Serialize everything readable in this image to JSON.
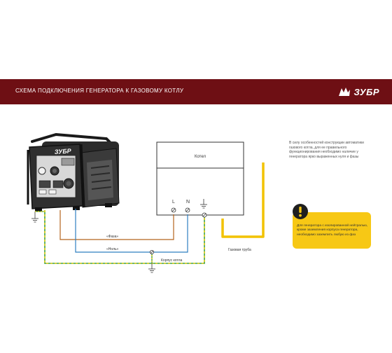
{
  "header": {
    "title": "СХЕМА ПОДКЛЮЧЕНИЯ ГЕНЕРАТОРА К ГАЗОВОМУ КОТЛУ",
    "brand": "ЗУБР"
  },
  "generator": {
    "brand": "ЗУБР"
  },
  "boiler": {
    "label": "Котел",
    "terminal_l": "L",
    "terminal_n": "N"
  },
  "wires": {
    "phase_label": "«Фаза»",
    "zero_label": "«Ноль»",
    "case_label": "Корпус котла",
    "gas_pipe_label": "Газовая труба"
  },
  "info_text": "В силу особенностей конструкции автоматики газового котла, для ее правильного функционирования необходимо наличие у генератора ярко выраженных нуля и фазы",
  "warning_text": "Для генератора с изолированной нейтралью, кроме заземления корпуса генератора, необходимо заземлить любую из фаз",
  "colors": {
    "banner": "#6e0f14",
    "phase_wire": "#b5651d",
    "zero_wire": "#2e7fc1",
    "ground_wire_green": "#3ea244",
    "ground_wire_yellow": "#e6cf1f",
    "gas_pipe": "#f2c200",
    "warning_box": "#f7c815"
  },
  "icons": {
    "brand_logo": "bison-logo-icon",
    "ground": "ground-symbol-icon",
    "warning": "exclamation-warning-icon"
  }
}
